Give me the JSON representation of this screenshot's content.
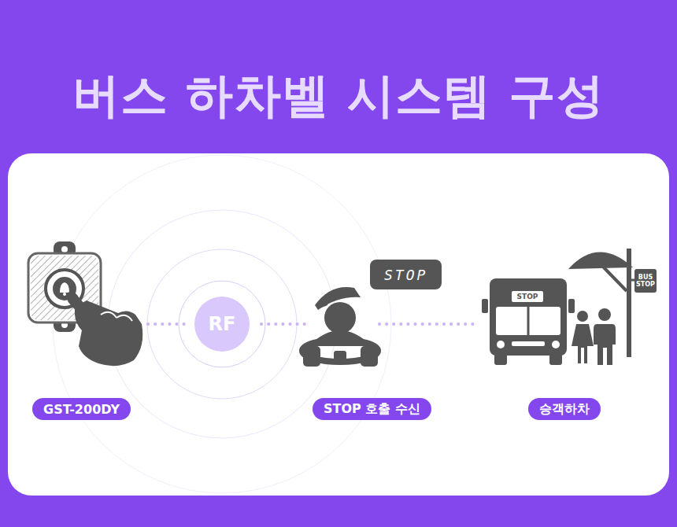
{
  "diagram": {
    "title": "버스 하차벨 시스템 구성",
    "nodes": [
      {
        "text": [
          "STOP"
        ]
      },
      {
        "text": [
          "RF"
        ]
      },
      {
        "text": [
          "GST-200DY"
        ]
      },
      {
        "text": [
          "STOP 호출 수신"
        ]
      },
      {
        "text": [
          "승객하차"
        ]
      }
    ],
    "labels": [
      "STOP",
      "BUS STOP"
    ]
  }
}
